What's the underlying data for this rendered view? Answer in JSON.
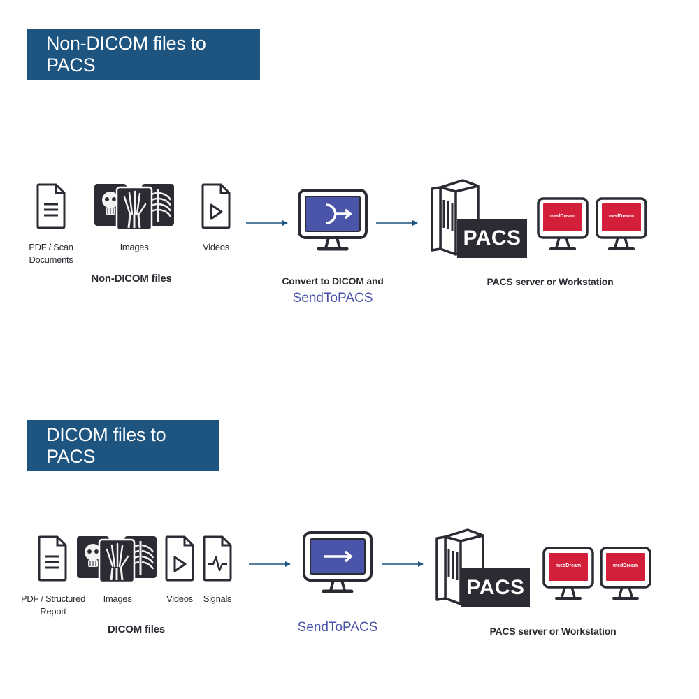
{
  "sections": [
    {
      "title": "Non-DICOM files to PACS",
      "sources": {
        "doc_label": "PDF / Scan\nDocuments",
        "images_label": "Images",
        "videos_label": "Videos",
        "group_label": "Non-DICOM files"
      },
      "process": {
        "label": "Convert to DICOM and",
        "product": "SendToPACS"
      },
      "destination": {
        "pacs_label": "PACS",
        "screen_brand": "medDream",
        "label": "PACS server or Workstation"
      }
    },
    {
      "title": "DICOM files to PACS",
      "sources": {
        "doc_label": "PDF / Structured\nReport",
        "images_label": "Images",
        "videos_label": "Videos",
        "signals_label": "Signals",
        "group_label": "DICOM files"
      },
      "process": {
        "product": "SendToPACS"
      },
      "destination": {
        "pacs_label": "PACS",
        "screen_brand": "medDream",
        "label": "PACS server or Workstation"
      }
    }
  ],
  "colors": {
    "banner": "#1d5480",
    "icon_stroke": "#2b2b33",
    "monitor_screen": "#4a54a8",
    "workstation_screen": "#d41f3a",
    "arrow": "#1d5480",
    "product_text": "#4a54a8"
  },
  "icons": [
    "document-icon",
    "xray-images-icon",
    "video-file-icon",
    "signal-file-icon",
    "converter-monitor-icon",
    "send-monitor-icon",
    "server-tower-icon",
    "workstation-monitor-icon",
    "flow-arrow-icon"
  ]
}
